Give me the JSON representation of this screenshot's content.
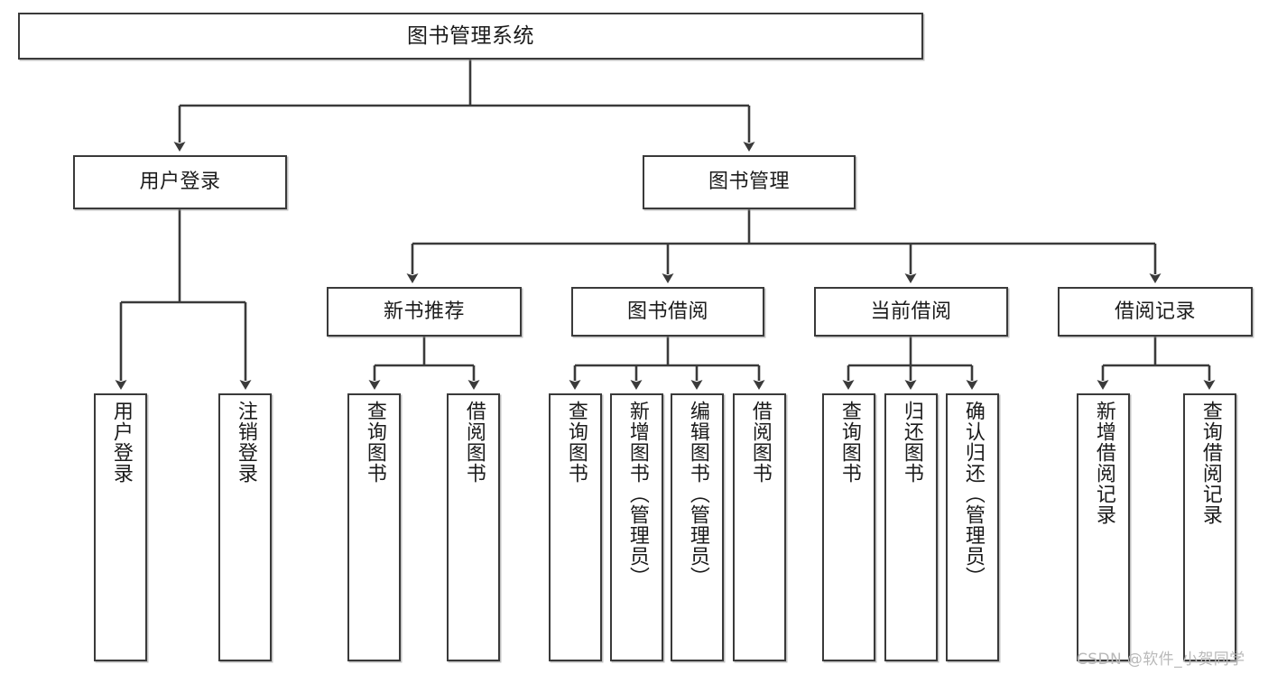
{
  "diagram": {
    "type": "tree-hierarchy",
    "title": "图书管理系统",
    "root": {
      "label": "图书管理系统"
    },
    "level1": [
      {
        "label": "用户登录"
      },
      {
        "label": "图书管理"
      }
    ],
    "level2": [
      {
        "label": "新书推荐"
      },
      {
        "label": "图书借阅"
      },
      {
        "label": "当前借阅"
      },
      {
        "label": "借阅记录"
      }
    ],
    "leaves": {
      "user_login": [
        {
          "label": "用户登录"
        },
        {
          "label": "注销登录"
        }
      ],
      "new_book_recommend": [
        {
          "label": "查询图书"
        },
        {
          "label": "借阅图书"
        }
      ],
      "book_borrow": [
        {
          "label": "查询图书"
        },
        {
          "label": "新增图书（管理员）"
        },
        {
          "label": "编辑图书（管理员）"
        },
        {
          "label": "借阅图书"
        }
      ],
      "current_borrow": [
        {
          "label": "查询图书"
        },
        {
          "label": "归还图书"
        },
        {
          "label": "确认归还（管理员）"
        }
      ],
      "borrow_record": [
        {
          "label": "新增借阅记录"
        },
        {
          "label": "查询借阅记录"
        }
      ]
    }
  },
  "watermark": {
    "text": "CSDN @软件_小贺同学"
  },
  "colors": {
    "stroke": "#3a3a3a",
    "fill": "#ffffff",
    "text": "#1b1b1b",
    "watermark": "#b9b9b9"
  }
}
